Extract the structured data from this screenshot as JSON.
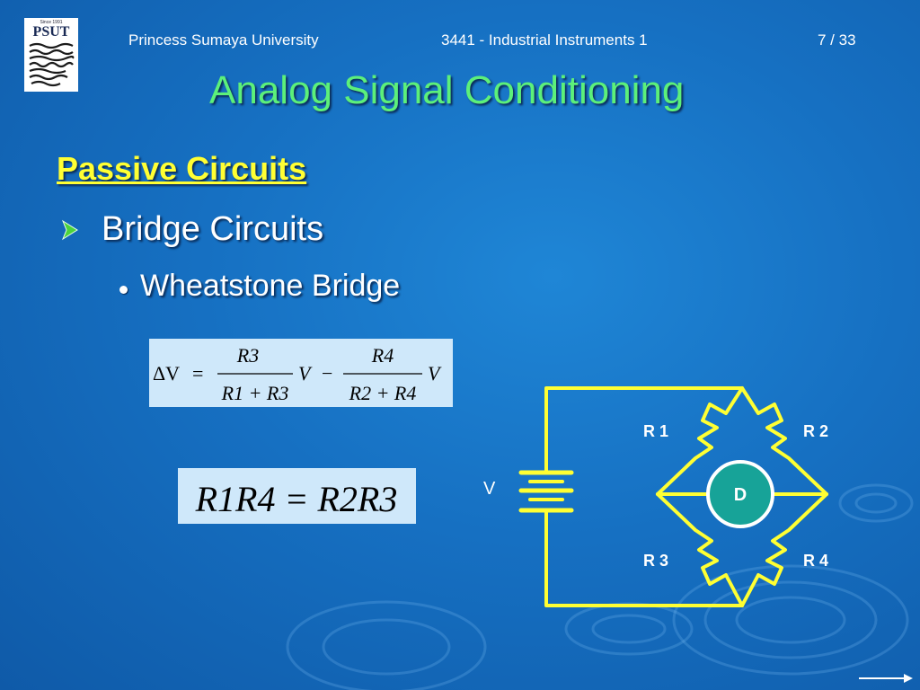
{
  "header": {
    "university": "Princess Sumaya University",
    "course": "3441 - Industrial Instruments 1",
    "page": "7 / 33"
  },
  "logo": {
    "since_text": "Since 1991",
    "abbrev": "PSUT"
  },
  "slide": {
    "title": "Analog Signal Conditioning",
    "heading": "Passive Circuits",
    "bullet_level1": "Bridge Circuits",
    "bullet_level2": "Wheatstone Bridge"
  },
  "equation1": {
    "lhs": "ΔV",
    "equals": "=",
    "term1_num": "R3",
    "term1_den": "R1 + R3",
    "term1_factor": "V",
    "minus": "−",
    "term2_num": "R4",
    "term2_den": "R2 + R4",
    "term2_factor": "V"
  },
  "equation2": {
    "text": "R1R4 = R2R3"
  },
  "circuit": {
    "source_label": "V",
    "detector_label": "D",
    "r1": "R 1",
    "r2": "R 2",
    "r3": "R 3",
    "r4": "R 4"
  },
  "colors": {
    "background": "#1670c2",
    "title": "#5cf07a",
    "heading": "#ffff33",
    "wire": "#ffff33",
    "detector_fill": "#17a398",
    "equation_box": "#cfe8fa"
  },
  "icons": {
    "bullet1": "arrow-bullet-icon",
    "bullet2": "dot-bullet-icon",
    "navigation": "next-arrow-icon"
  }
}
